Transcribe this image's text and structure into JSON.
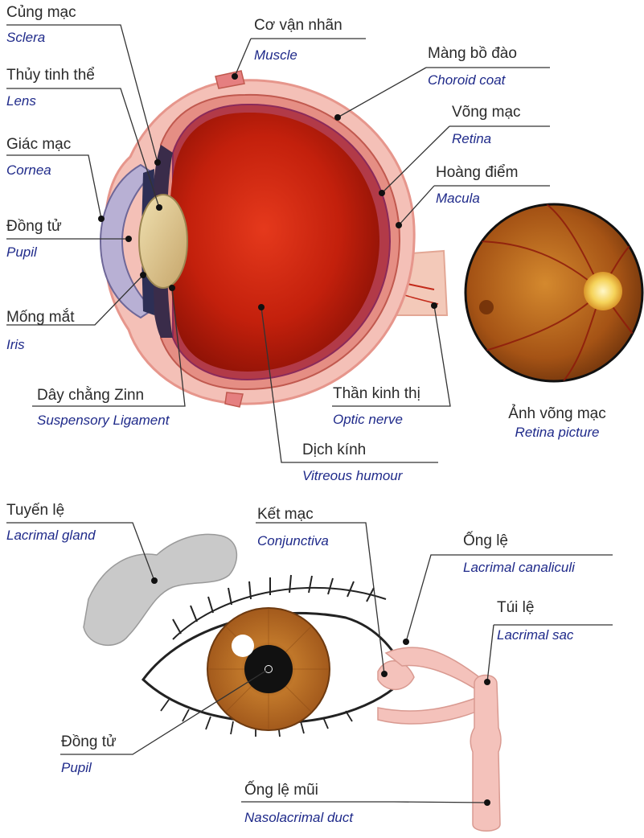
{
  "labels": {
    "sclera": {
      "vi": "Củng mạc",
      "en": "Sclera"
    },
    "lens": {
      "vi": "Thủy tinh thể",
      "en": "Lens"
    },
    "cornea": {
      "vi": "Giác mạc",
      "en": "Cornea"
    },
    "pupil_top": {
      "vi": "Đồng tử",
      "en": "Pupil"
    },
    "iris": {
      "vi": "Mống mắt",
      "en": "Iris"
    },
    "ligament": {
      "vi": "Dây chằng Zinn",
      "en": "Suspensory Ligament"
    },
    "muscle": {
      "vi": "Cơ vận nhãn",
      "en": "Muscle"
    },
    "choroid": {
      "vi": "Màng bồ đào",
      "en": "Choroid coat"
    },
    "retina": {
      "vi": "Võng mạc",
      "en": "Retina"
    },
    "macula": {
      "vi": "Hoàng điểm",
      "en": "Macula"
    },
    "optic": {
      "vi": "Thần kinh thị",
      "en": "Optic nerve"
    },
    "vitreous": {
      "vi": "Dịch kính",
      "en": "Vitreous humour"
    },
    "retina_picture": {
      "vi": "Ảnh võng mạc",
      "en": "Retina picture"
    },
    "lacrimal_gland": {
      "vi": "Tuyến lệ",
      "en": "Lacrimal gland"
    },
    "conjunctiva": {
      "vi": "Kết mạc",
      "en": "Conjunctiva"
    },
    "canaliculi": {
      "vi": "Ống lệ",
      "en": "Lacrimal canaliculi"
    },
    "sac": {
      "vi": "Túi lệ",
      "en": "Lacrimal sac"
    },
    "pupil_bottom": {
      "vi": "Đồng tử",
      "en": "Pupil"
    },
    "nasolacrimal": {
      "vi": "Ống lệ mũi",
      "en": "Nasolacrimal duct"
    }
  },
  "colors": {
    "vitreous": "#c8200e",
    "sclera": "#f2b3ad",
    "lens": "#d8c28a",
    "iris": "#c0772a",
    "lacrimal_gland": "#c9c9c9",
    "duct": "#f4c2bb",
    "english_text": "#1f2a8a"
  }
}
